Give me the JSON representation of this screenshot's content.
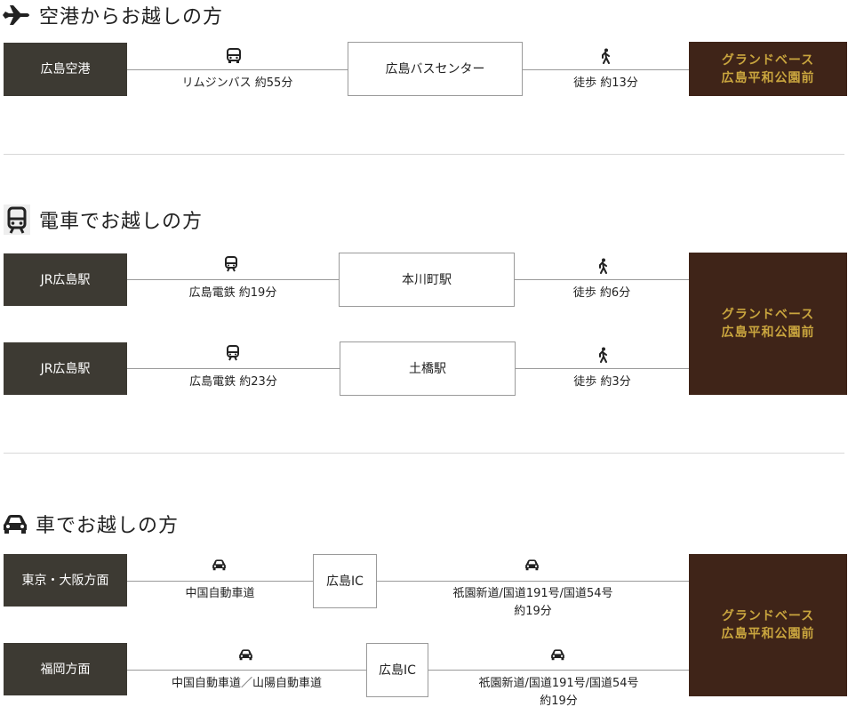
{
  "sections": {
    "plane": {
      "title": "空港からお越しの方"
    },
    "train": {
      "title": "電車でお越しの方"
    },
    "car": {
      "title": "車でお越しの方"
    }
  },
  "destination": {
    "line1": "グランドベース",
    "line2": "広島平和公園前"
  },
  "plane_route": {
    "origin": "広島空港",
    "leg1": "リムジンバス 約55分",
    "transfer": "広島バスセンター",
    "leg2": "徒歩 約13分"
  },
  "train_routes": [
    {
      "origin": "JR広島駅",
      "leg1": "広島電鉄 約19分",
      "transfer": "本川町駅",
      "leg2": "徒歩 約6分"
    },
    {
      "origin": "JR広島駅",
      "leg1": "広島電鉄 約23分",
      "transfer": "土橋駅",
      "leg2": "徒歩 約3分"
    }
  ],
  "car_routes": [
    {
      "origin": "東京・大阪方面",
      "leg1": "中国自動車道",
      "transfer": "広島IC",
      "leg2_line1": "祇園新道/国道191号/国道54号",
      "leg2_line2": "約19分"
    },
    {
      "origin": "福岡方面",
      "leg1": "中国自動車道／山陽自動車道",
      "transfer": "広島IC",
      "leg2_line1": "祇園新道/国道191号/国道54号",
      "leg2_line2": "約19分"
    }
  ],
  "icons": {
    "plane": "airplane-icon",
    "train": "tram-icon",
    "car": "car-icon",
    "bus": "bus-icon",
    "walk": "walking-icon"
  },
  "colors": {
    "origin_bg": "#3d3a33",
    "destination_bg": "#3f2418",
    "destination_text": "#c9a53e",
    "line": "#9a9a9a"
  }
}
